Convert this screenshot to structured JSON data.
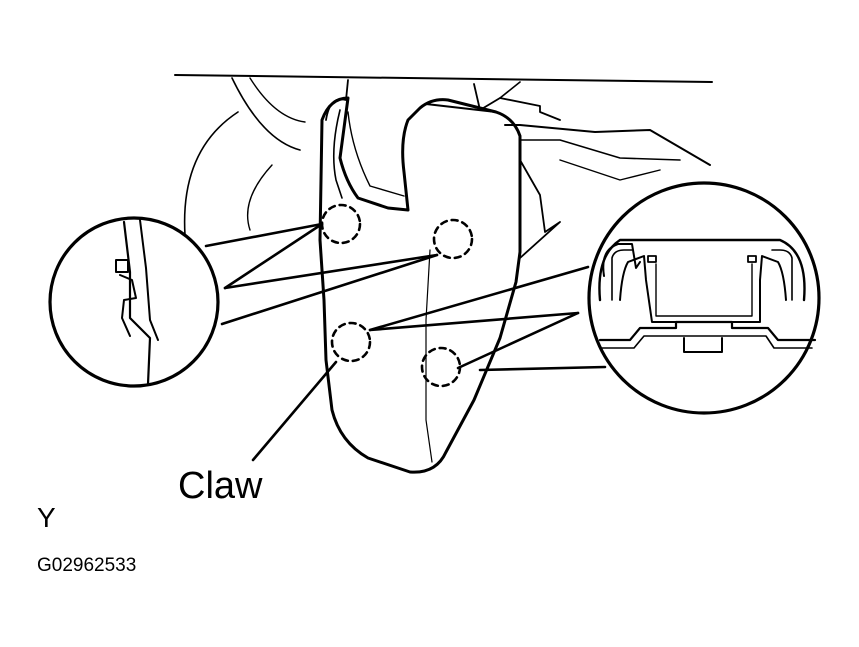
{
  "diagram": {
    "callout_label": "Claw",
    "view_label": "Y",
    "figure_code": "G02962533"
  },
  "style": {
    "ink": "#000000",
    "paper": "#ffffff"
  }
}
